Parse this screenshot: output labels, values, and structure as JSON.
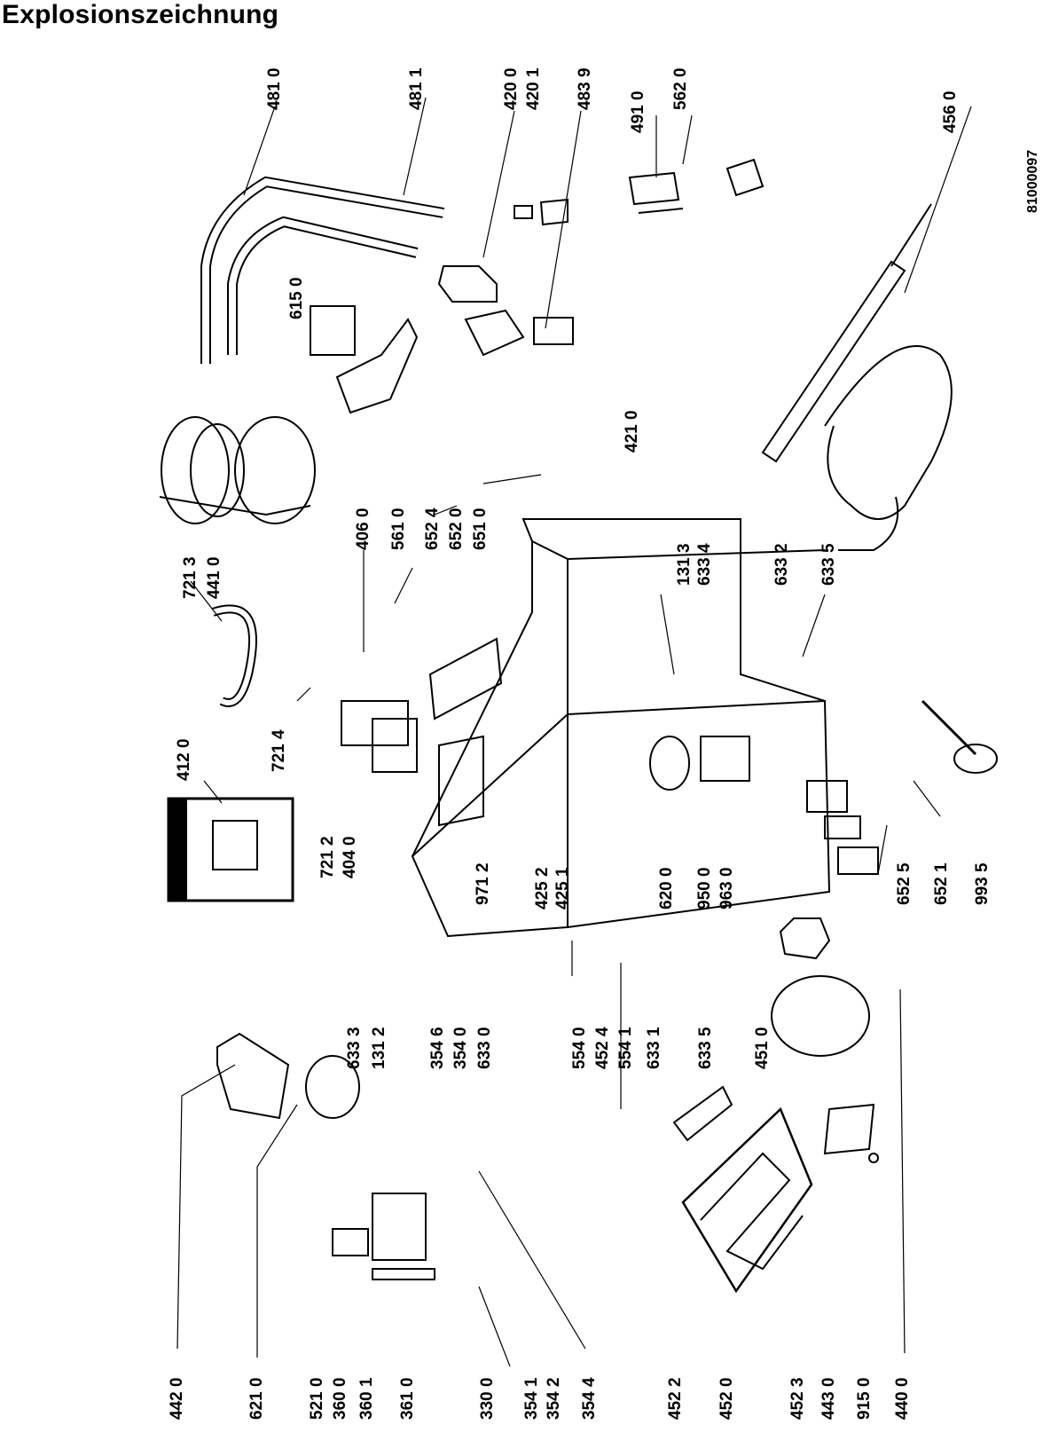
{
  "title": "Explosionszeichnung",
  "document_number": "81000097",
  "part_labels": {
    "p481_0": "481 0",
    "p481_1": "481 1",
    "p420_0": "420 0",
    "p420_1": "420 1",
    "p483_9": "483 9",
    "p491_0": "491 0",
    "p562_0": "562 0",
    "p456_0": "456 0",
    "p615_0": "615 0",
    "p721_3": "721 3",
    "p441_0": "441 0",
    "p406_0": "406 0",
    "p561_0": "561 0",
    "p652_4": "652 4",
    "p652_0": "652 0",
    "p651_0": "651 0",
    "p421_0": "421 0",
    "p412_0": "412 0",
    "p721_4": "721 4",
    "p721_2": "721 2",
    "p404_0": "404 0",
    "p971_2": "971 2",
    "p425_2": "425 2",
    "p425_1": "425 1",
    "p620_0": "620 0",
    "p950_0": "950 0",
    "p963_0": "963 0",
    "p131_3": "131 3",
    "p633_4": "633 4",
    "p633_2": "633 2",
    "p633_5": "633 5",
    "p652_5": "652 5",
    "p652_1": "652 1",
    "p993_5": "993 5",
    "p633_3": "633 3",
    "p131_2": "131 2",
    "p354_6": "354 6",
    "p354_0": "354 0",
    "p633_0": "633 0",
    "p554_0": "554 0",
    "p452_4": "452 4",
    "p554_1": "554 1",
    "p633_1": "633 1",
    "p633_5b": "633 5",
    "p451_0": "451 0",
    "p442_0": "442 0",
    "p621_0": "621 0",
    "p521_0": "521 0",
    "p360_0": "360 0",
    "p360_1": "360 1",
    "p361_0": "361 0",
    "p330_0": "330 0",
    "p354_1": "354 1",
    "p354_2": "354 2",
    "p354_4": "354 4",
    "p452_2": "452 2",
    "p452_0": "452 0",
    "p452_3": "452 3",
    "p443_0": "443 0",
    "p915_0": "915 0",
    "p440_0": "440 0"
  }
}
